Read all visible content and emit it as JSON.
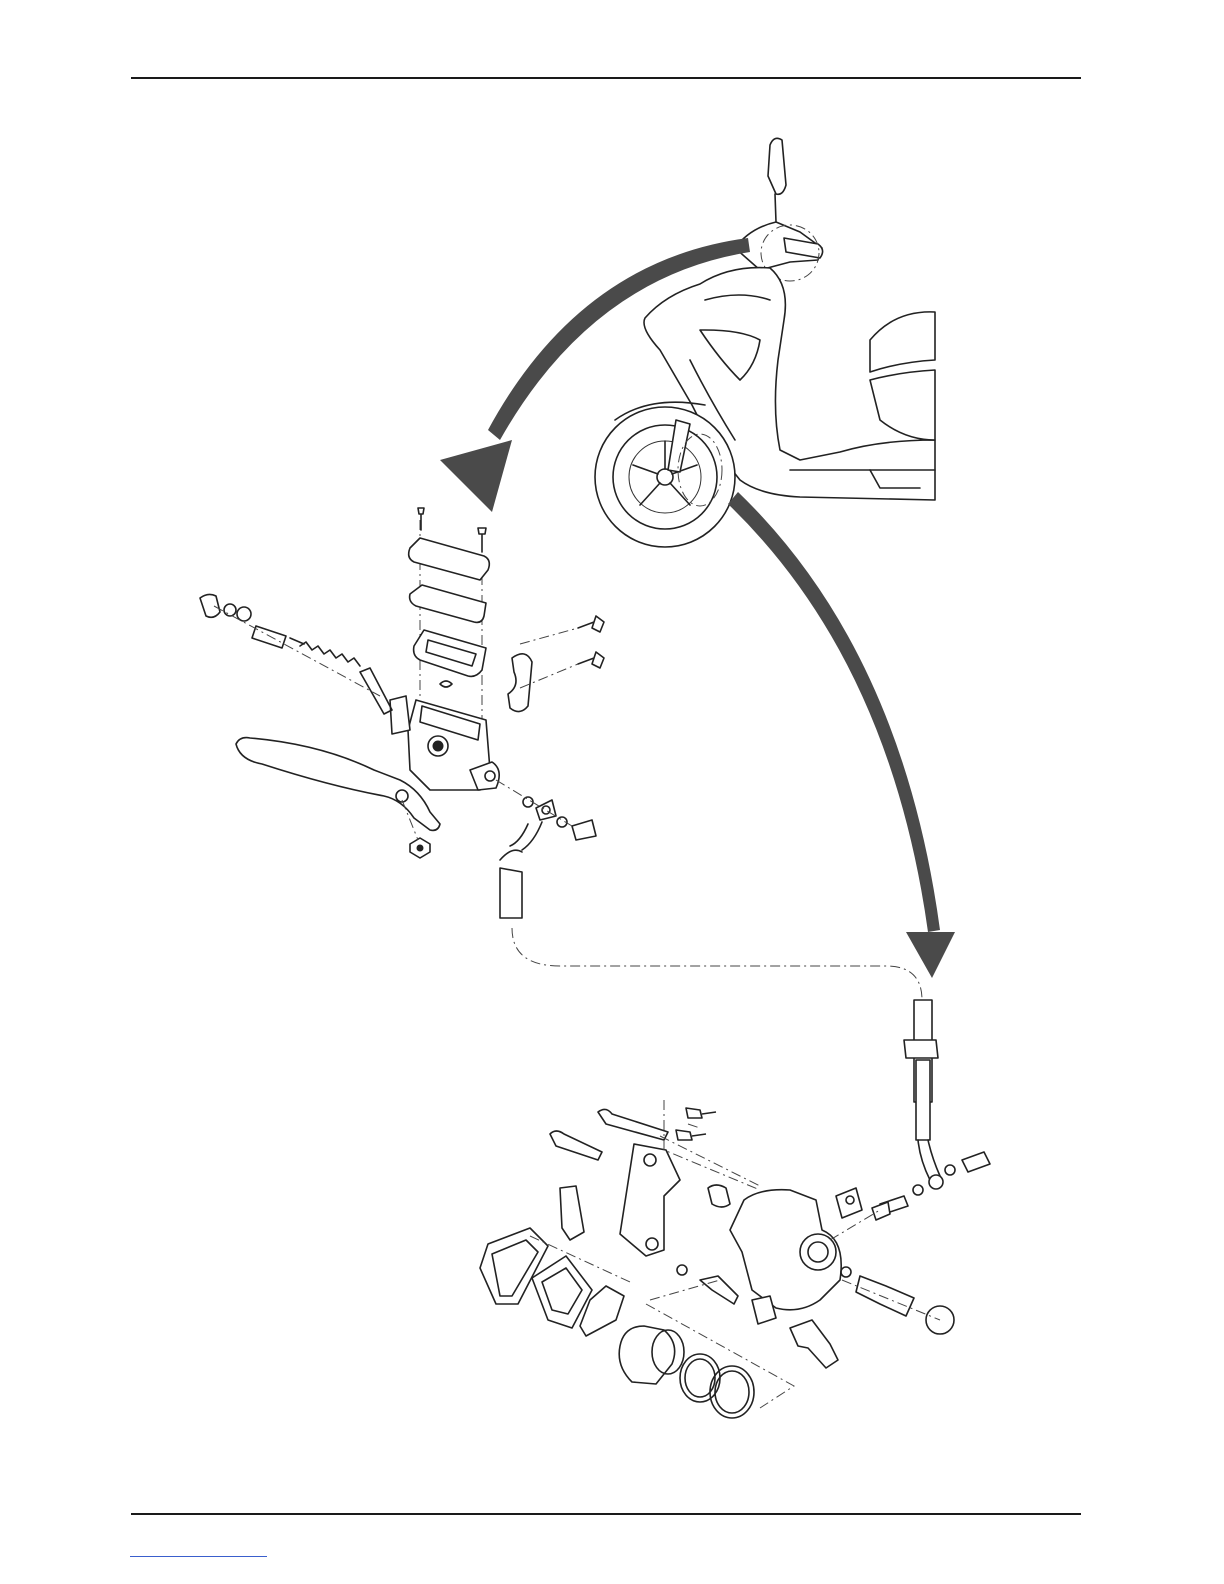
{
  "figure": {
    "components": [
      "scooter-overview",
      "brake-master-cylinder-assembly",
      "front-brake-caliper-assembly",
      "brake-hose"
    ],
    "colors": {
      "lines": "#222222",
      "arrows": "#4a4a4a",
      "background": "#ffffff",
      "footer_link": "#3a5fcd"
    },
    "icons": [
      "down-arrow-to-master-cylinder",
      "down-arrow-to-caliper"
    ]
  }
}
